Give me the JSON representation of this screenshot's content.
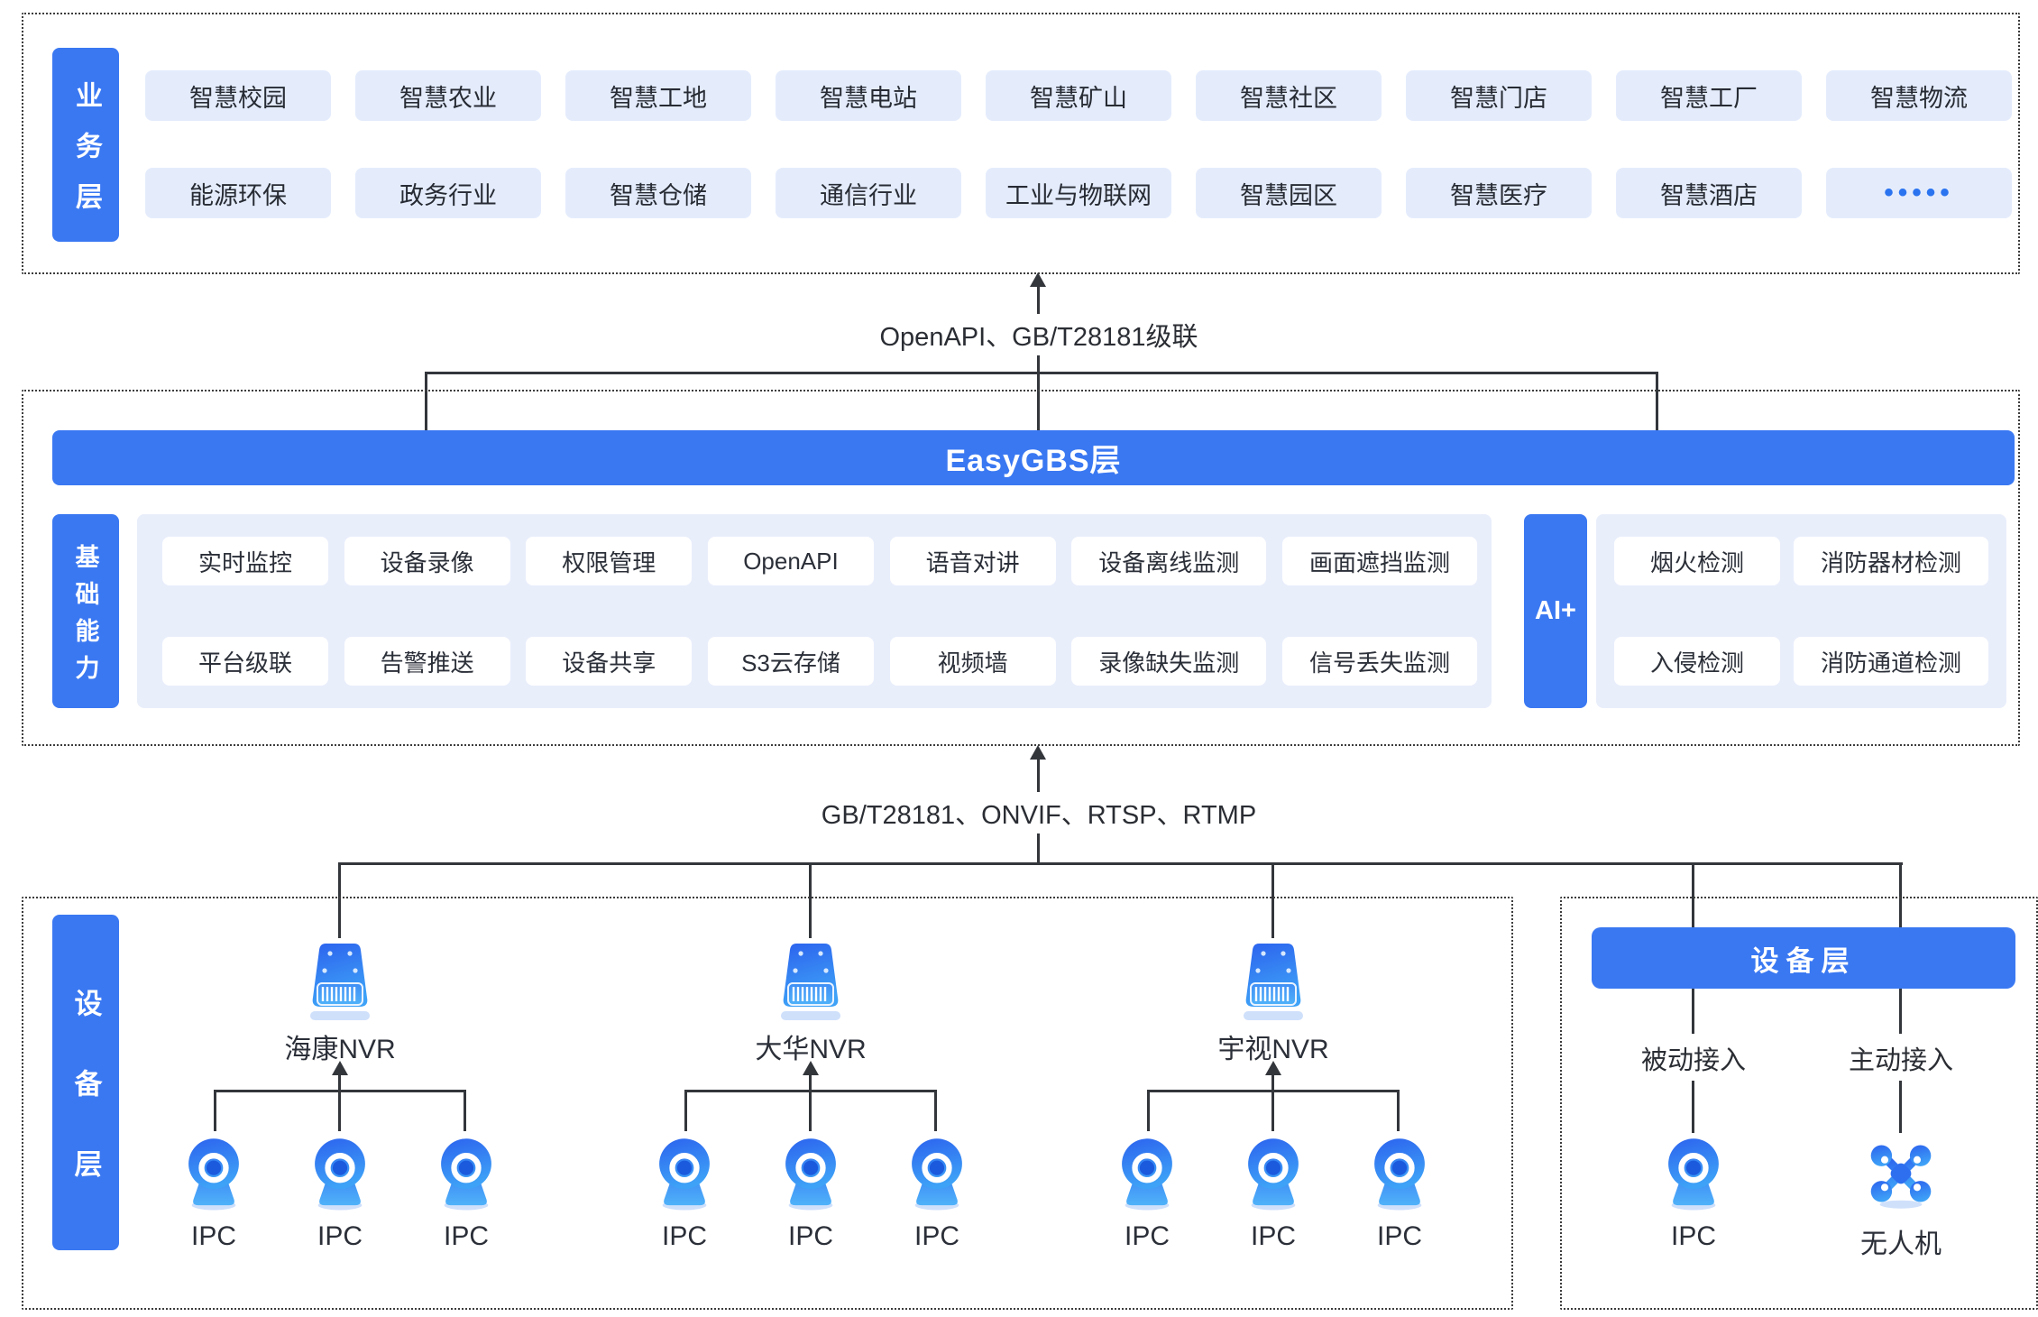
{
  "colors": {
    "primary_blue": "#3a78f2",
    "industry_tag_bg": "#e4ecfc",
    "panel_bg": "#e9eefb",
    "line": "#33363b",
    "text_dark": "#2b2f38",
    "icon_shadow": "#cfe0fb"
  },
  "business_layer": {
    "label": "业务层",
    "rows": [
      [
        "智慧校园",
        "智慧农业",
        "智慧工地",
        "智慧电站",
        "智慧矿山",
        "智慧社区",
        "智慧门店",
        "智慧工厂",
        "智慧物流"
      ],
      [
        "能源环保",
        "政务行业",
        "智慧仓储",
        "通信行业",
        "工业与物联网",
        "智慧园区",
        "智慧医疗",
        "智慧酒店",
        "•••••"
      ]
    ]
  },
  "links": {
    "top": "OpenAPI、GB/T28181级联",
    "bottom": "GB/T28181、ONVIF、RTSP、RTMP"
  },
  "easygbs_layer": {
    "title": "EasyGBS层",
    "base_label": "基础能力",
    "capabilities_rows": [
      [
        "实时监控",
        "设备录像",
        "权限管理",
        "OpenAPI",
        "语音对讲",
        "设备离线监测",
        "画面遮挡监测"
      ],
      [
        "平台级联",
        "告警推送",
        "设备共享",
        "S3云存储",
        "视频墙",
        "录像缺失监测",
        "信号丢失监测"
      ]
    ],
    "ai_label": "AI+",
    "ai_rows": [
      [
        "烟火检测",
        "消防器材检测"
      ],
      [
        "入侵检测",
        "消防通道检测"
      ]
    ]
  },
  "device_layer": {
    "label": "设备层",
    "nvr_icon": "nvr-recorder-icon",
    "camera_icon": "ipc-camera-icon",
    "drone_icon": "drone-icon",
    "nvr_groups": [
      {
        "name": "海康NVR",
        "cameras": [
          "IPC",
          "IPC",
          "IPC"
        ]
      },
      {
        "name": "大华NVR",
        "cameras": [
          "IPC",
          "IPC",
          "IPC"
        ]
      },
      {
        "name": "宇视NVR",
        "cameras": [
          "IPC",
          "IPC",
          "IPC"
        ]
      }
    ],
    "access_panel": {
      "title": "设备层",
      "items": [
        {
          "mode": "被动接入",
          "device": "IPC",
          "icon": "ipc-camera-icon"
        },
        {
          "mode": "主动接入",
          "device": "无人机",
          "icon": "drone-icon"
        }
      ]
    }
  }
}
